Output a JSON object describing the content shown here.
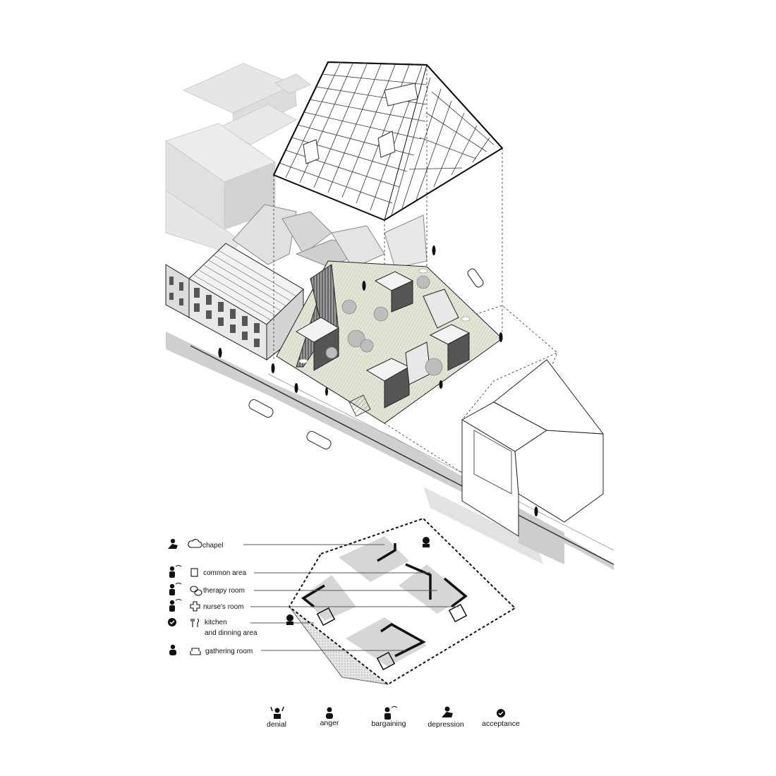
{
  "legend": {
    "items": [
      {
        "label": "chapel",
        "stage_icon": "depression-icon",
        "room_icon": "cloud-icon"
      },
      {
        "label": "common area",
        "stage_icon": "bargaining-icon",
        "room_icon": "book-icon"
      },
      {
        "label": "therapy room",
        "stage_icon": "bargaining-icon",
        "room_icon": "speech-bubbles-icon"
      },
      {
        "label": "nurse's room",
        "stage_icon": "bargaining-icon",
        "room_icon": "cross-icon"
      },
      {
        "label_line1": "kitchen",
        "label_line2": "and dinning area",
        "stage_icon": "acceptance-icon",
        "room_icon": "fork-knife-icon"
      },
      {
        "label": "gathering room",
        "stage_icon": "anger-icon",
        "room_icon": "sofa-icon"
      }
    ]
  },
  "stages": [
    {
      "label": "denial",
      "icon": "denial-icon"
    },
    {
      "label": "anger",
      "icon": "anger-icon"
    },
    {
      "label": "bargaining",
      "icon": "bargaining-icon"
    },
    {
      "label": "depression",
      "icon": "depression-icon"
    },
    {
      "label": "acceptance",
      "icon": "acceptance-icon"
    }
  ],
  "colors": {
    "line": "#222222",
    "massing": "#e4e4e4",
    "massing_dark": "#cfcfcf",
    "courtyard": "#dfe2d3",
    "room_fill": "#d6d6d6"
  }
}
